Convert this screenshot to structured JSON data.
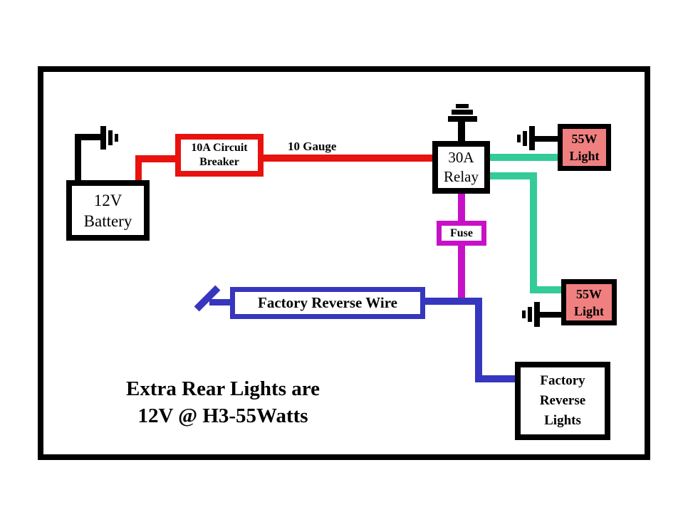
{
  "caption": {
    "line1": "Extra Rear Lights are",
    "line2": "12V @ H3-55Watts"
  },
  "wire_label": "10 Gauge",
  "components": {
    "battery": {
      "lines": [
        "12V",
        "Battery"
      ]
    },
    "breaker": {
      "lines": [
        "10A Circuit",
        "Breaker"
      ]
    },
    "relay": {
      "lines": [
        "30A",
        "Relay"
      ]
    },
    "fuse": {
      "lines": [
        "Fuse"
      ]
    },
    "light_top": {
      "lines": [
        "55W",
        "Light"
      ]
    },
    "light_bottom": {
      "lines": [
        "55W",
        "Light"
      ]
    },
    "factory_reverse_wire": {
      "lines": [
        "Factory Reverse Wire"
      ]
    },
    "factory_reverse_lights": {
      "lines": [
        "Factory",
        "Reverse",
        "Lights"
      ]
    }
  },
  "icons": {
    "grounds": [
      "battery-chassis-ground",
      "relay-chassis-ground",
      "light-top-chassis-ground",
      "light-bottom-chassis-ground"
    ]
  },
  "colors": {
    "power_wire_red": "#e8120e",
    "lamp_wire_teal": "#33cb98",
    "fused_wire_magenta": "#c711c7",
    "reverse_wire_blue": "#3636be",
    "light_fill_salmon": "#f08080",
    "outline_black": "#000000",
    "background": "#ffffff"
  }
}
